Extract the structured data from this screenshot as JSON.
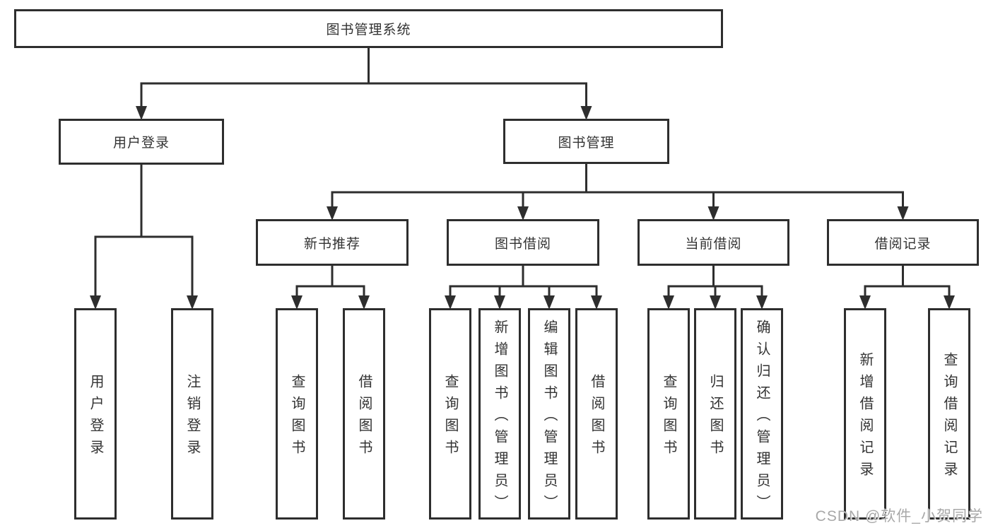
{
  "diagram": {
    "title": "图书管理系统",
    "tree": {
      "label": "图书管理系统",
      "children": [
        {
          "label": "用户登录",
          "children": [
            {
              "label": "用户登录"
            },
            {
              "label": "注销登录"
            }
          ]
        },
        {
          "label": "图书管理",
          "children": [
            {
              "label": "新书推荐",
              "children": [
                {
                  "label": "查询图书"
                },
                {
                  "label": "借阅图书"
                }
              ]
            },
            {
              "label": "图书借阅",
              "children": [
                {
                  "label": "查询图书"
                },
                {
                  "label": "新增图书（管理员）"
                },
                {
                  "label": "编辑图书（管理员）"
                },
                {
                  "label": "借阅图书"
                }
              ]
            },
            {
              "label": "当前借阅",
              "children": [
                {
                  "label": "查询图书"
                },
                {
                  "label": "归还图书"
                },
                {
                  "label": "确认归还（管理员）"
                }
              ]
            },
            {
              "label": "借阅记录",
              "children": [
                {
                  "label": "新增借阅记录"
                },
                {
                  "label": "查询借阅记录"
                }
              ]
            }
          ]
        }
      ]
    }
  },
  "watermark": "CSDN @软件_小贺同学",
  "colors": {
    "line": "#2e2e2e",
    "text": "#333333",
    "watermark": "#a8a8a8",
    "background": "#ffffff"
  }
}
